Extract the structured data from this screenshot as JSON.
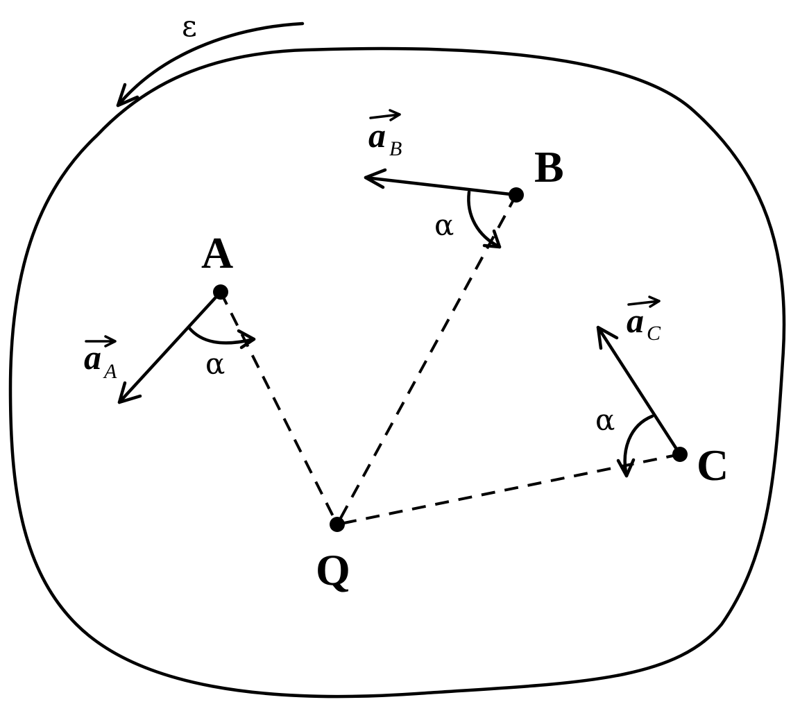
{
  "points": {
    "A": {
      "label": "A"
    },
    "B": {
      "label": "B"
    },
    "C": {
      "label": "C"
    },
    "Q": {
      "label": "Q"
    }
  },
  "angle_label": "α",
  "angular_acceleration_label": "ε",
  "vectors": {
    "A": {
      "main": "a",
      "sub": "A"
    },
    "B": {
      "main": "a",
      "sub": "B"
    },
    "C": {
      "main": "a",
      "sub": "C"
    }
  }
}
